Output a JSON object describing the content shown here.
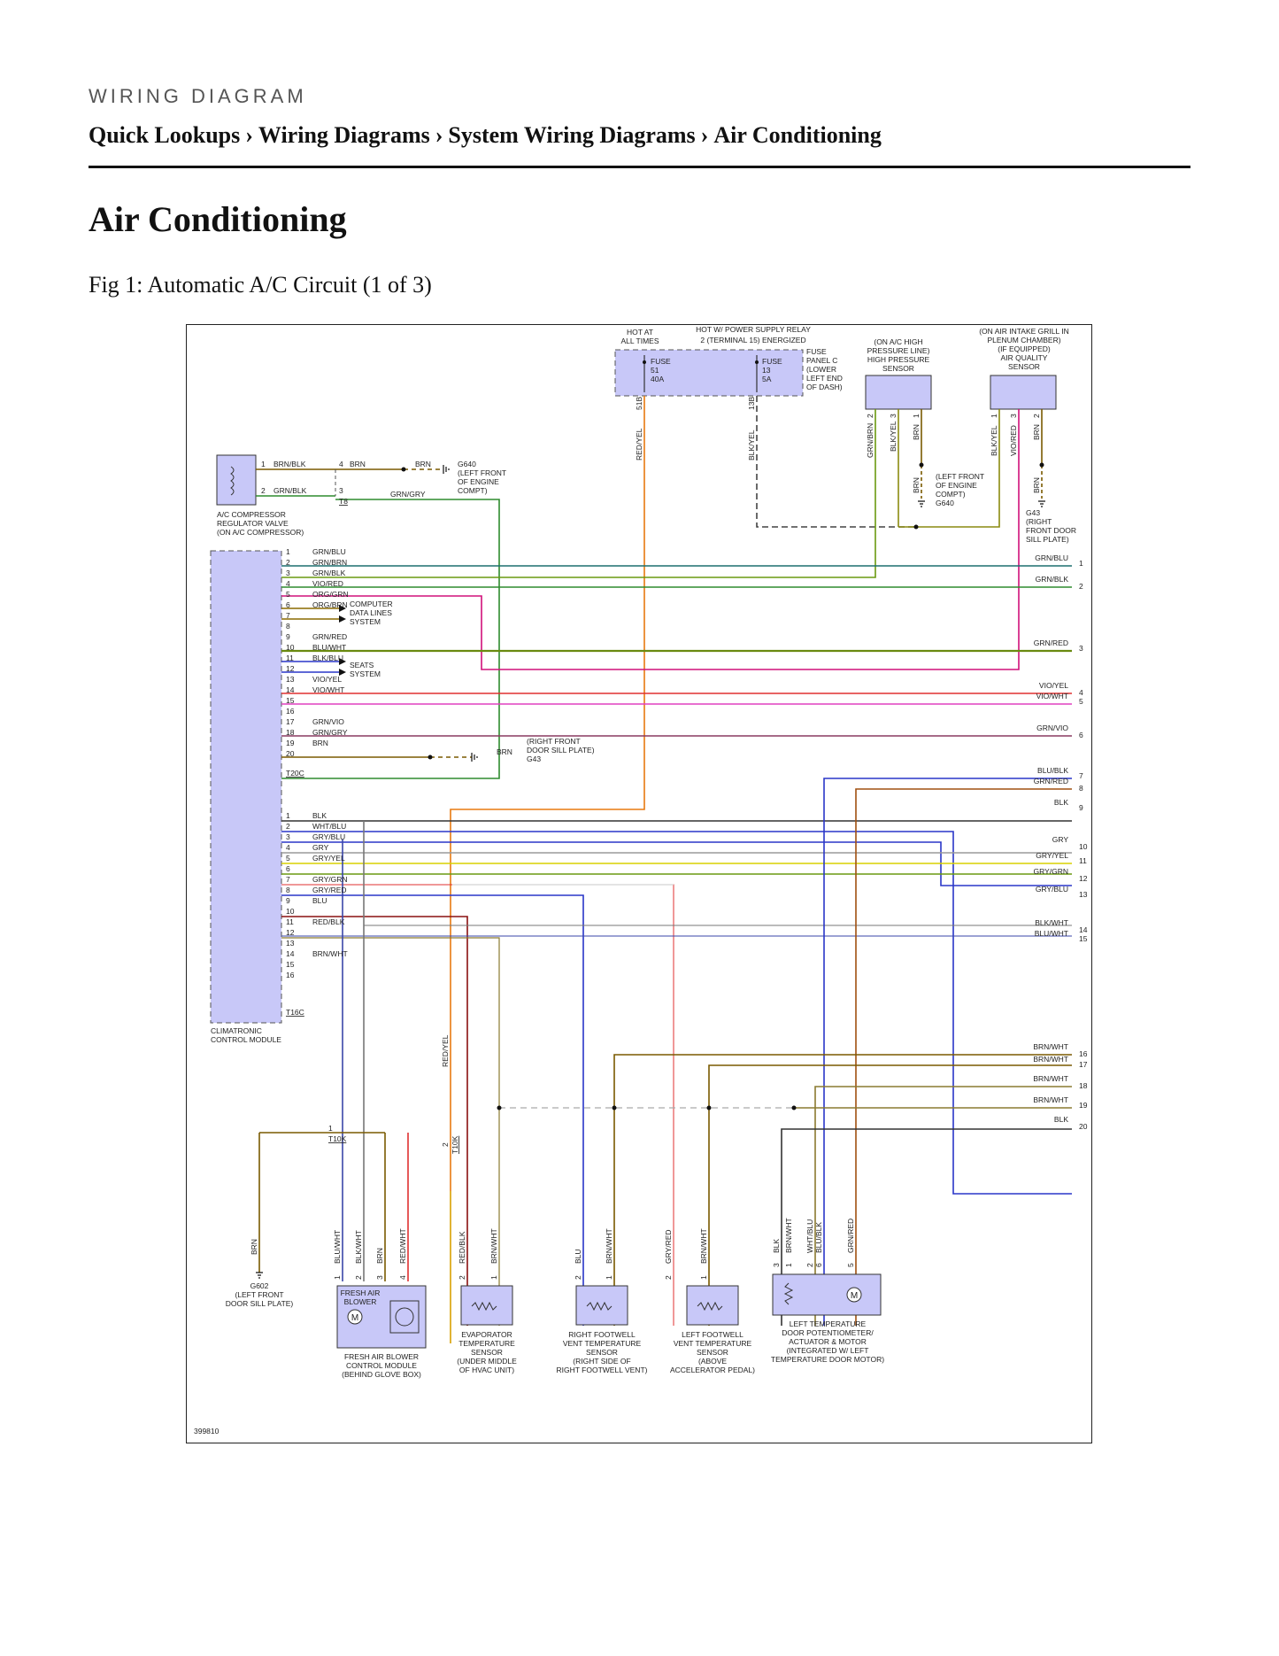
{
  "header": {
    "eyebrow": "WIRING DIAGRAM",
    "breadcrumbs": [
      "Quick Lookups",
      "Wiring Diagrams",
      "System Wiring Diagrams",
      "Air Conditioning"
    ],
    "separator": "›"
  },
  "page_title": "Air Conditioning",
  "figure_caption": "Fig 1: Automatic A/C Circuit (1 of 3)",
  "diagram": {
    "figure_id": "399810",
    "top_notes": {
      "hot_at_all_times": [
        "HOT AT",
        "ALL TIMES"
      ],
      "hot_relay": [
        "HOT W/ POWER SUPPLY RELAY",
        "2 (TERMINAL 15) ENERGIZED"
      ],
      "fuse_51": [
        "FUSE",
        "51",
        "40A"
      ],
      "fuse_13": [
        "FUSE",
        "13",
        "5A"
      ],
      "fuse_panel": [
        "FUSE",
        "PANEL C",
        "(LOWER",
        "LEFT END",
        "OF DASH)"
      ],
      "hp_sensor": [
        "(ON A/C HIGH",
        "PRESSURE LINE)",
        "HIGH PRESSURE",
        "SENSOR"
      ],
      "aq_sensor": [
        "(ON AIR INTAKE GRILL IN",
        "PLENUM CHAMBER)",
        "(IF EQUIPPED)",
        "AIR QUALITY",
        "SENSOR"
      ]
    },
    "compressor": {
      "label": [
        "A/C COMPRESSOR",
        "REGULATOR VALVE",
        "(ON A/C COMPRESSOR)"
      ],
      "pin1": "1",
      "pin2": "2",
      "wire1": "BRN/BLK",
      "wire2": "GRN/BLK",
      "t8_pin4": "4",
      "t8_pin3": "3",
      "t8": "T8",
      "brn1": "BRN",
      "brn2": "BRN",
      "grn_gry": "GRN/GRY",
      "g640": [
        "G640",
        "(LEFT FRONT",
        "OF ENGINE",
        "COMPT)"
      ]
    },
    "fuse_wires": {
      "pin51": "51B",
      "pin13": "13B",
      "wire51": "RED/YEL",
      "wire13": "BLK/YEL"
    },
    "hp_pins": {
      "p2": "2",
      "p3": "3",
      "p1": "1",
      "w2": "GRN/BRN",
      "w3": "BLK/YEL",
      "w1": "BRN",
      "brn_down": "BRN",
      "g640": [
        "(LEFT FRONT",
        "OF ENGINE",
        "COMPT)",
        "G640"
      ]
    },
    "aq_pins": {
      "p1": "1",
      "p3": "3",
      "p2": "2",
      "w1": "BLK/YEL",
      "w3": "VIO/RED",
      "w2": "BRN",
      "brn_down": "BRN",
      "g43": [
        "G43",
        "(RIGHT",
        "FRONT DOOR",
        "SILL PLATE)"
      ]
    },
    "ccm_label": [
      "CLIMATRONIC",
      "CONTROL MODULE"
    ],
    "t20c": {
      "name": "T20C",
      "pins": [
        {
          "n": "1",
          "w": "GRN/BLU"
        },
        {
          "n": "2",
          "w": "GRN/BRN"
        },
        {
          "n": "3",
          "w": "GRN/BLK"
        },
        {
          "n": "4",
          "w": "VIO/RED"
        },
        {
          "n": "5",
          "w": "ORG/GRN"
        },
        {
          "n": "6",
          "w": "ORG/BRN"
        },
        {
          "n": "7",
          "w": ""
        },
        {
          "n": "8",
          "w": ""
        },
        {
          "n": "9",
          "w": "GRN/RED"
        },
        {
          "n": "10",
          "w": "BLU/WHT"
        },
        {
          "n": "11",
          "w": "BLK/BLU"
        },
        {
          "n": "12",
          "w": ""
        },
        {
          "n": "13",
          "w": "VIO/YEL"
        },
        {
          "n": "14",
          "w": "VIO/WHT"
        },
        {
          "n": "15",
          "w": ""
        },
        {
          "n": "16",
          "w": ""
        },
        {
          "n": "17",
          "w": "GRN/VIO"
        },
        {
          "n": "18",
          "w": "GRN/GRY"
        },
        {
          "n": "19",
          "w": "BRN"
        },
        {
          "n": "20",
          "w": ""
        }
      ]
    },
    "t16c": {
      "name": "T16C",
      "pins": [
        {
          "n": "1",
          "w": "BLK"
        },
        {
          "n": "2",
          "w": "WHT/BLU"
        },
        {
          "n": "3",
          "w": "GRY/BLU"
        },
        {
          "n": "4",
          "w": "GRY"
        },
        {
          "n": "5",
          "w": "GRY/YEL"
        },
        {
          "n": "6",
          "w": ""
        },
        {
          "n": "7",
          "w": "GRY/GRN"
        },
        {
          "n": "8",
          "w": "GRY/RED"
        },
        {
          "n": "9",
          "w": "BLU"
        },
        {
          "n": "10",
          "w": ""
        },
        {
          "n": "11",
          "w": "RED/BLK"
        },
        {
          "n": "12",
          "w": ""
        },
        {
          "n": "13",
          "w": ""
        },
        {
          "n": "14",
          "w": "BRN/WHT"
        },
        {
          "n": "15",
          "w": ""
        },
        {
          "n": "16",
          "w": ""
        }
      ]
    },
    "computer_data": [
      "COMPUTER",
      "DATA LINES",
      "SYSTEM"
    ],
    "seats": [
      "SEATS",
      "SYSTEM"
    ],
    "g43_mid": {
      "brn": "BRN",
      "label": [
        "(RIGHT FRONT",
        "DOOR SILL PLATE)",
        "G43"
      ]
    },
    "right_refs": [
      {
        "w": "GRN/BLU",
        "n": "1"
      },
      {
        "w": "GRN/BLK",
        "n": "2"
      },
      {
        "w": "GRN/RED",
        "n": "3"
      },
      {
        "w": "VIO/YEL",
        "n": "4"
      },
      {
        "w": "VIO/WHT",
        "n": "5"
      },
      {
        "w": "GRN/VIO",
        "n": "6"
      },
      {
        "w": "BLU/BLK",
        "n": "7"
      },
      {
        "w": "GRN/RED",
        "n": "8"
      },
      {
        "w": "BLK",
        "n": "9"
      },
      {
        "w": "GRY",
        "n": "10"
      },
      {
        "w": "GRY/YEL",
        "n": "11"
      },
      {
        "w": "GRY/GRN",
        "n": "12"
      },
      {
        "w": "GRY/BLU",
        "n": "13"
      },
      {
        "w": "BLK/WHT",
        "n": "14"
      },
      {
        "w": "BLU/WHT",
        "n": "15"
      },
      {
        "w": "BRN/WHT",
        "n": "16"
      },
      {
        "w": "BRN/WHT",
        "n": "17"
      },
      {
        "w": "BRN/WHT",
        "n": "18"
      },
      {
        "w": "BRN/WHT",
        "n": "19"
      },
      {
        "w": "BLK",
        "n": "20"
      }
    ],
    "t10k": {
      "pin1": "1",
      "pin2": "2",
      "name": "T10K",
      "red_yel": "RED/YEL"
    },
    "g602": {
      "brn": "BRN",
      "label": [
        "G602",
        "(LEFT FRONT",
        "DOOR SILL PLATE)"
      ]
    },
    "blower": {
      "wires": [
        "BLU/WHT",
        "BLK/WHT",
        "BRN",
        "RED/WHT"
      ],
      "pins": [
        "1",
        "2",
        "3",
        "4"
      ],
      "inner": [
        "FRESH AIR",
        "BLOWER"
      ],
      "motor": "M",
      "label": [
        "FRESH AIR BLOWER",
        "CONTROL MODULE",
        "(BEHIND GLOVE BOX)"
      ]
    },
    "evap": {
      "wires": [
        "RED/BLK",
        "BRN/WHT"
      ],
      "pins": [
        "2",
        "1"
      ],
      "label": [
        "EVAPORATOR",
        "TEMPERATURE",
        "SENSOR",
        "(UNDER MIDDLE",
        "OF HVAC UNIT)"
      ]
    },
    "rfoot": {
      "wires": [
        "BLU",
        "BRN/WHT"
      ],
      "pins": [
        "2",
        "1"
      ],
      "label": [
        "RIGHT FOOTWELL",
        "VENT TEMPERATURE",
        "SENSOR",
        "(RIGHT SIDE OF",
        "RIGHT FOOTWELL VENT)"
      ]
    },
    "lfoot": {
      "wires": [
        "GRY/RED",
        "BRN/WHT"
      ],
      "pins": [
        "2",
        "1"
      ],
      "label": [
        "LEFT FOOTWELL",
        "VENT TEMPERATURE",
        "SENSOR",
        "(ABOVE",
        "ACCELERATOR PEDAL)"
      ]
    },
    "ltemp": {
      "wires": [
        "BLK",
        "BRN/WHT",
        "WHT/BLU",
        "BLU/BLK",
        "GRN/RED"
      ],
      "pins": [
        "3",
        "1",
        "2",
        "6",
        "5"
      ],
      "motor": "M",
      "label": [
        "LEFT TEMPERATURE",
        "DOOR POTENTIOMETER/",
        "ACTUATOR & MOTOR",
        "(INTEGRATED W/ LEFT",
        "TEMPERATURE DOOR MOTOR)"
      ]
    },
    "colors": {
      "component_fill": "#c8c8f8",
      "grn": "#2e8b2e",
      "brn": "#7a5a00",
      "red": "#e03030",
      "org": "#e87a10",
      "blu": "#2a36c8",
      "vio": "#d0107a",
      "pnk": "#e040c0",
      "gry": "#9a9a9a",
      "blk": "#333333",
      "ylw": "#d8d000",
      "teal": "#1c6e6e",
      "olive": "#8a8a10"
    }
  }
}
